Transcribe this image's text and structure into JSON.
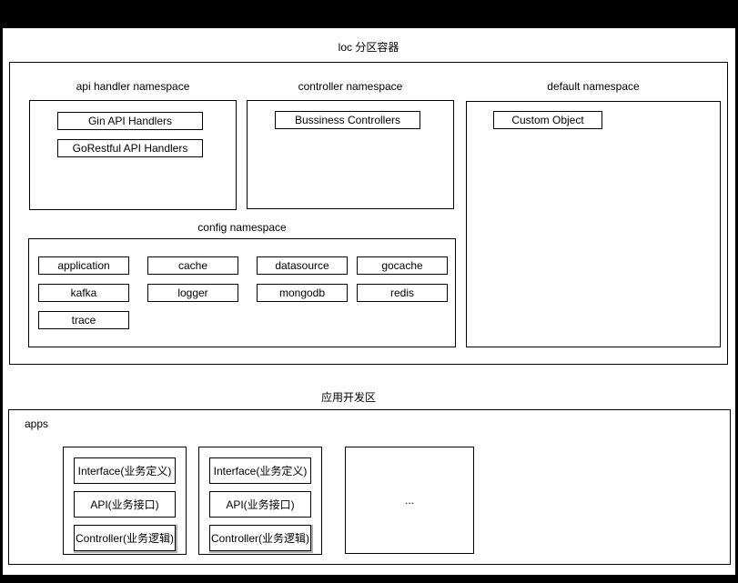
{
  "titles": {
    "loc": "loc 分区容器",
    "dev": "应用开发区"
  },
  "namespaces": {
    "api": {
      "label": "api handler namespace",
      "items": [
        "Gin API Handlers",
        "GoRestful API Handlers"
      ]
    },
    "controller": {
      "label": "controller namespace",
      "items": [
        "Bussiness Controllers"
      ]
    },
    "default": {
      "label": "default namespace",
      "items": [
        "Custom Object"
      ]
    },
    "config": {
      "label": "config namespace",
      "items": [
        "application",
        "cache",
        "datasource",
        "gocache",
        "kafka",
        "logger",
        "mongodb",
        "redis",
        "trace"
      ]
    }
  },
  "apps": {
    "label": "apps",
    "card_items": [
      "Interface(业务定义)",
      "API(业务接口)",
      "Controller(业务逻辑)"
    ],
    "ellipsis": "..."
  },
  "colors": {
    "border": "#000000",
    "background": "#ffffff",
    "frame": "#000000",
    "controller_shadow": "#b3b3b3"
  }
}
